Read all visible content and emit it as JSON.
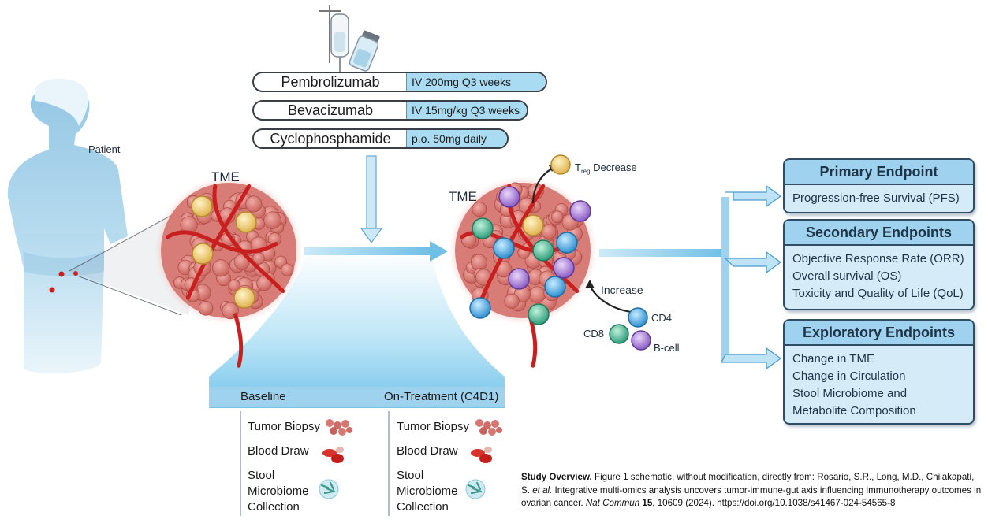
{
  "patient": {
    "label": "Patient"
  },
  "tme": {
    "left_label": "TME",
    "right_label": "TME"
  },
  "treatments": [
    {
      "name": "Pembrolizumab",
      "dose": "IV 200mg Q3 weeks"
    },
    {
      "name": "Bevacizumab",
      "dose": "IV 15mg/kg Q3 weeks"
    },
    {
      "name": "Cyclophosphamide",
      "dose": "p.o. 50mg daily"
    }
  ],
  "treg": {
    "text_main": "T",
    "text_sub": "reg",
    "text_after": " Decrease"
  },
  "immune": {
    "increase": "Increase",
    "cd4": "CD4",
    "cd8": "CD8",
    "bcell": "B-cell"
  },
  "endpoints": {
    "primary": {
      "title": "Primary Endpoint",
      "items": [
        "Progression-free Survival (PFS)"
      ]
    },
    "secondary": {
      "title": "Secondary Endpoints",
      "items": [
        "Objective Response Rate (ORR)",
        "Overall survival (OS)",
        "Toxicity and Quality of Life (QoL)"
      ]
    },
    "exploratory": {
      "title": "Exploratory Endpoints",
      "items": [
        "Change in TME",
        "Change in Circulation",
        "Stool Microbiome and",
        "Metabolite Composition"
      ]
    }
  },
  "sampling": {
    "baseline_header": "Baseline",
    "on_treatment_header": "On-Treatment (C4D1)",
    "tumor_biopsy": "Tumor Biopsy",
    "blood_draw": "Blood Draw",
    "stool_line1": "Stool",
    "stool_line2": "Microbiome",
    "stool_line3": "Collection"
  },
  "caption": {
    "bold_title": "Study Overview.",
    "text1": " Figure 1 schematic, without modification, directly from: Rosario, S.R., Long, M.D., Chilakapati, S. ",
    "et_al": "et al.",
    "text2": " Integrative multi-omics analysis uncovers tumor-immune-gut axis influencing immunotherapy outcomes in ovarian cancer. ",
    "journal": "Nat Commun",
    "volume": "15",
    "text3": ", 10609 (2024). https://doi.org/10.1038/s41467-024-54565-8"
  },
  "colors": {
    "accent_blue": "#9fd2ee",
    "tumor_red": "#c95a55",
    "vessel_red": "#c91f1f"
  }
}
